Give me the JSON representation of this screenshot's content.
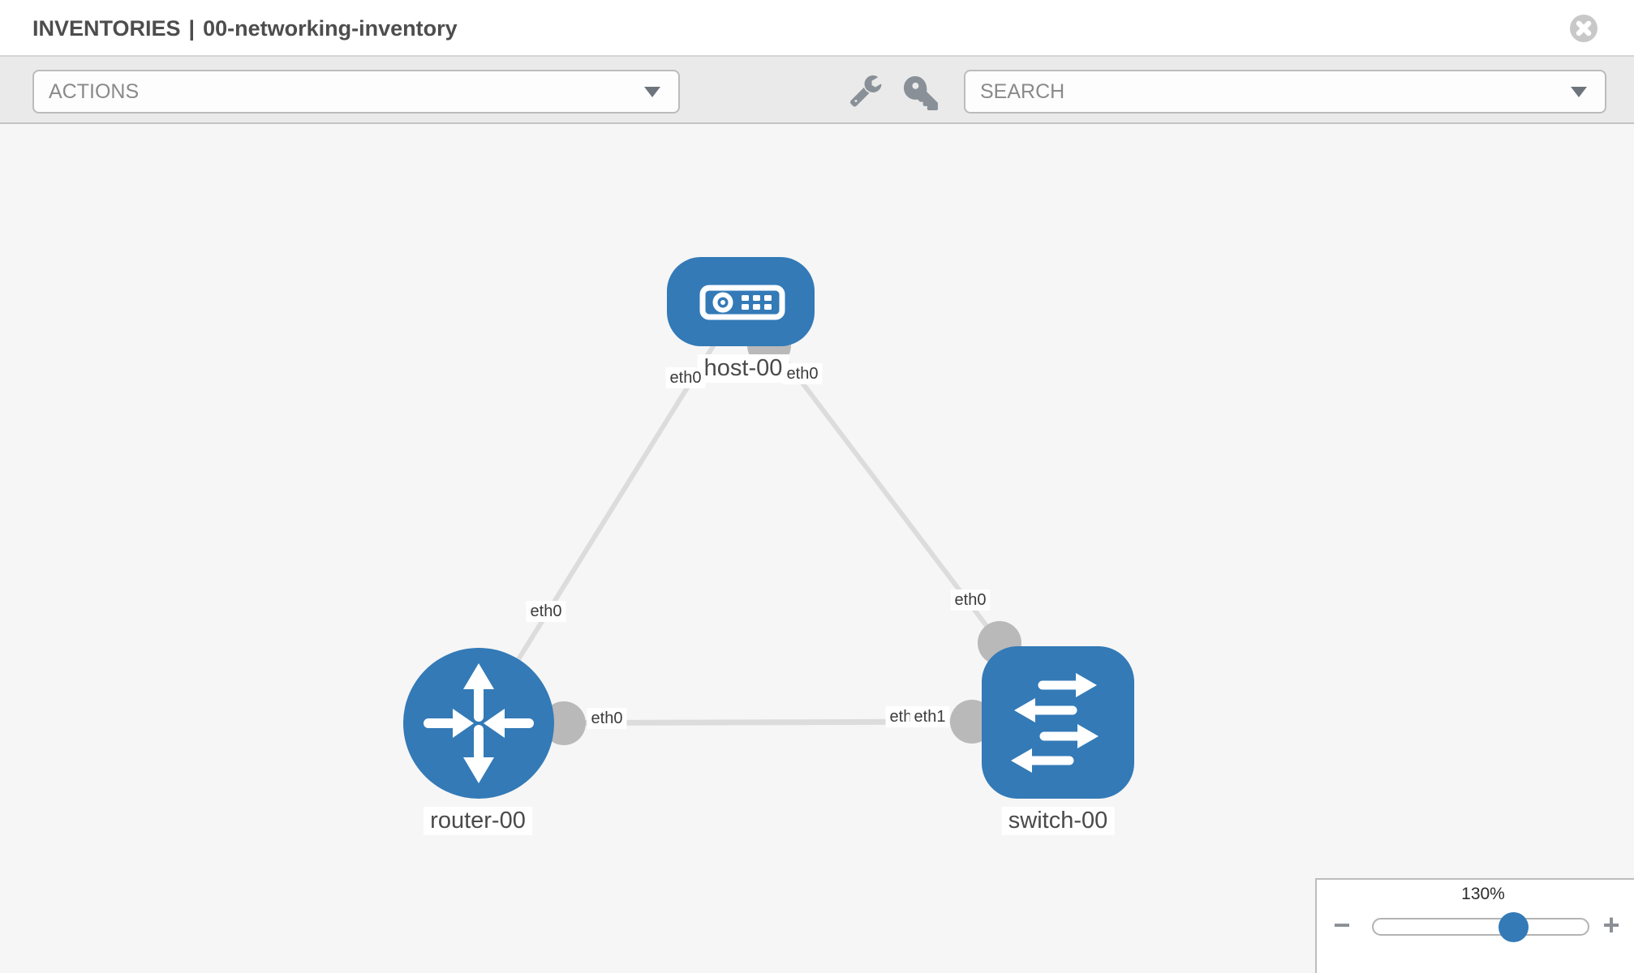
{
  "header": {
    "title_section": "INVENTORIES",
    "title_separator": "|",
    "title_name": "00-networking-inventory"
  },
  "toolbar": {
    "actions_label": "ACTIONS",
    "search_label": "SEARCH",
    "icons": [
      "wrench-icon",
      "key-icon"
    ]
  },
  "topology": {
    "nodes": [
      {
        "name": "host-00",
        "type": "host"
      },
      {
        "name": "router-00",
        "type": "router"
      },
      {
        "name": "switch-00",
        "type": "switch"
      }
    ],
    "links": [
      {
        "from": "router-00",
        "from_interface": "eth0",
        "to": "host-00",
        "to_interface": "eth0"
      },
      {
        "from": "host-00",
        "from_interface": "eth0",
        "to": "switch-00",
        "to_interface": "eth0"
      },
      {
        "from": "router-00",
        "from_interface": "eth0",
        "to": "switch-00",
        "to_interface": "eth1"
      }
    ],
    "overlapped_label_back": "eth0"
  },
  "zoom_control": {
    "level": "130%",
    "zoom_out": "−",
    "zoom_in": "+"
  },
  "colors": {
    "node_blue": "#337ab7",
    "link_gray": "#dcdcdc",
    "port_gray": "#b9b9b9",
    "canvas_bg": "#f6f6f6",
    "toolbar_bg": "#eaeaea"
  }
}
